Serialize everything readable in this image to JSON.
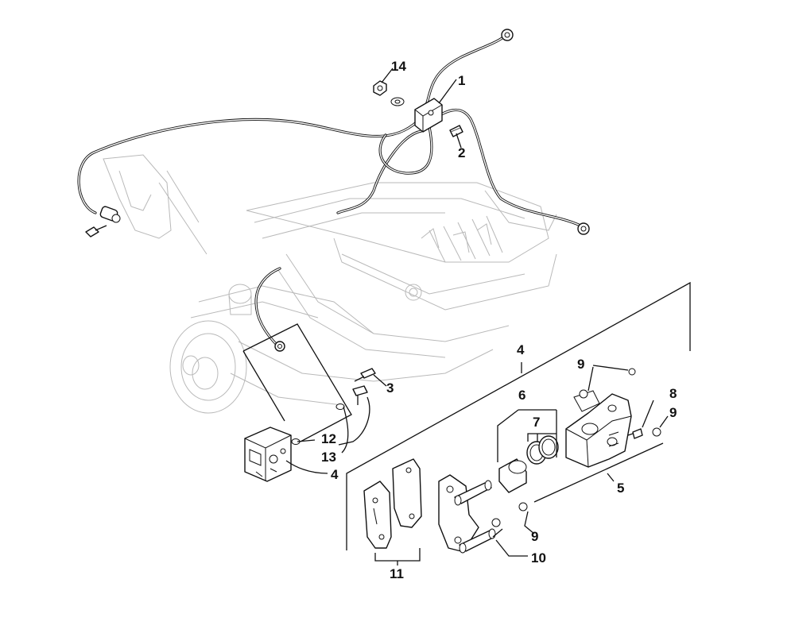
{
  "callouts": [
    {
      "id": "c1",
      "text": "1"
    },
    {
      "id": "c2",
      "text": "2"
    },
    {
      "id": "c3",
      "text": "3"
    },
    {
      "id": "c4a",
      "text": "4"
    },
    {
      "id": "c4b",
      "text": "4"
    },
    {
      "id": "c5",
      "text": "5"
    },
    {
      "id": "c6",
      "text": "6"
    },
    {
      "id": "c7",
      "text": "7"
    },
    {
      "id": "c8",
      "text": "8"
    },
    {
      "id": "c9a",
      "text": "9"
    },
    {
      "id": "c9b",
      "text": "9"
    },
    {
      "id": "c9c",
      "text": "9"
    },
    {
      "id": "c10",
      "text": "10"
    },
    {
      "id": "c11",
      "text": "11"
    },
    {
      "id": "c12",
      "text": "12"
    },
    {
      "id": "c13",
      "text": "13"
    },
    {
      "id": "c14",
      "text": "14"
    }
  ]
}
